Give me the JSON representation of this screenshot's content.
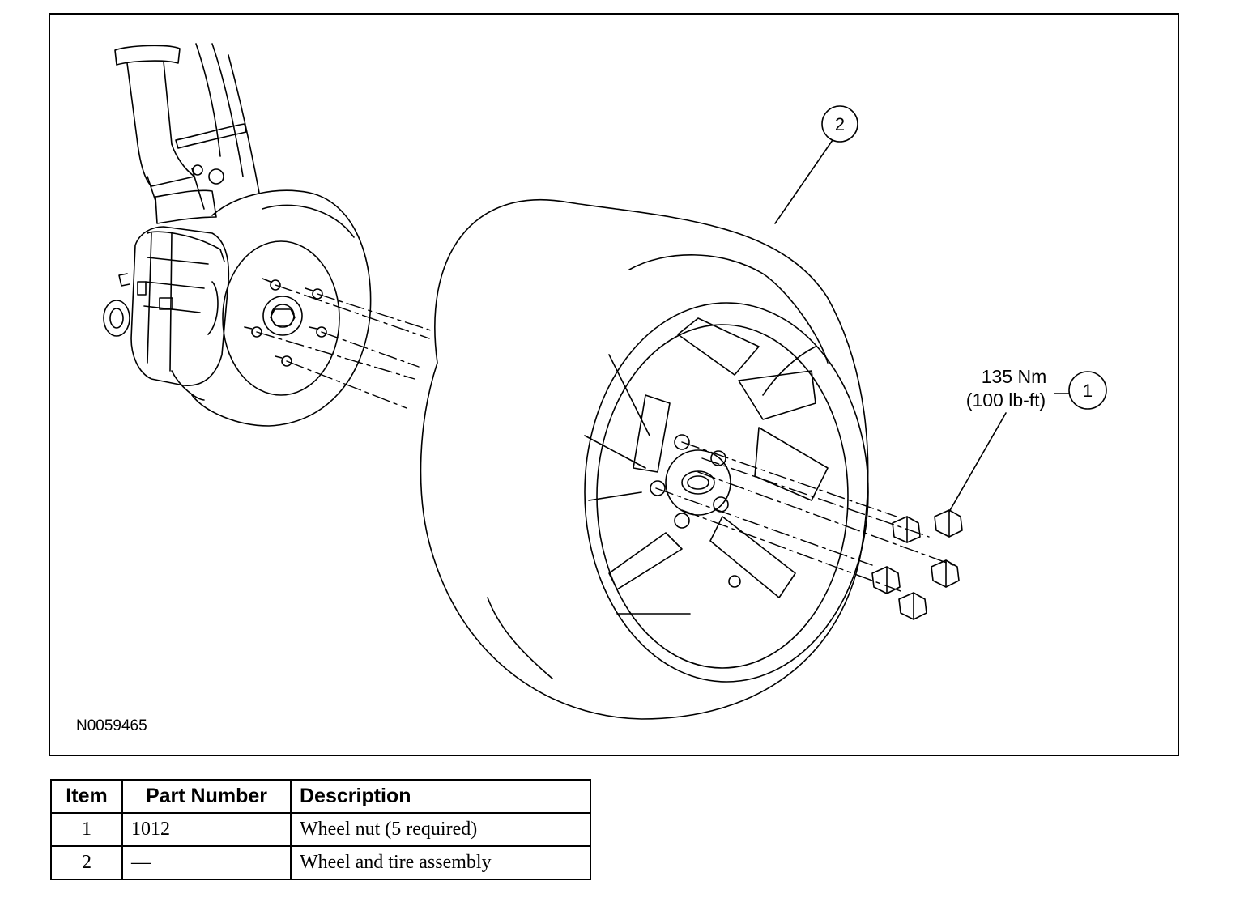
{
  "figure": {
    "id": "N0059465",
    "callouts": [
      {
        "number": "1",
        "torque_metric": "135 Nm",
        "torque_imperial": "(100 lb-ft)"
      },
      {
        "number": "2"
      }
    ]
  },
  "parts_table": {
    "headers": {
      "item": "Item",
      "part_number": "Part Number",
      "description": "Description"
    },
    "rows": [
      {
        "item": "1",
        "part_number": "1012",
        "description": "Wheel nut (5 required)"
      },
      {
        "item": "2",
        "part_number": "—",
        "description": "Wheel and tire assembly"
      }
    ]
  }
}
